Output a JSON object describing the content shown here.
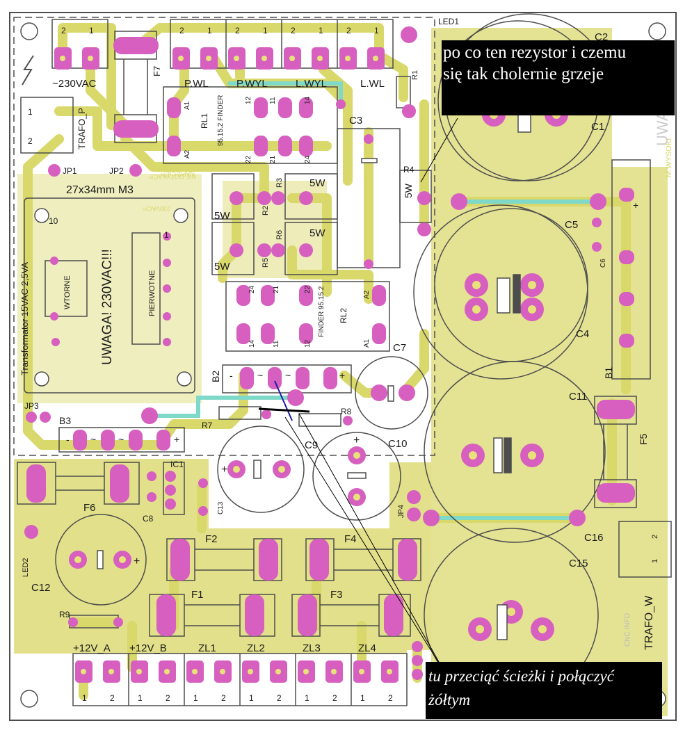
{
  "colors": {
    "board_bg": "#ffffff",
    "trace": "#d9d86a",
    "copper_fill": "#e2e08a",
    "pad": "#d65fbf",
    "pad_hole": "#e8e27a",
    "silkscreen": "#4d4d4d",
    "jumper_wire": "#7fd9c8",
    "marker_line_blue": "#1a1aa6",
    "marker_line_black": "#000000",
    "callout_bg": "#000000",
    "callout_text": "#ffffff"
  },
  "connectors_top": {
    "ac_input_label": "~230VAC",
    "pwl": "P.WL",
    "pwyl": "P.WYL",
    "lwyl": "L.WYL",
    "lwl": "L.WL",
    "pin1": "1",
    "pin2": "2"
  },
  "labels": {
    "f7": "F7",
    "led1": "LED1",
    "led2": "LED2",
    "trafo_p": "TRAFO_P",
    "trafo_w": "TRAFO_W",
    "jp1": "JP1",
    "jp2": "JP2",
    "jp3": "JP3",
    "jp4": "JP4",
    "size": "27x34mm  M3",
    "rl1": "RL1",
    "rl1_model": "95.15.2 FINDER",
    "rl2": "RL2",
    "rl2_model": "FINDER 95.15.2",
    "a1": "A1",
    "a2": "A2",
    "p12": "12",
    "p11": "11",
    "p14": "14",
    "p21": "21",
    "p22": "22",
    "p24": "24",
    "c1": "C1",
    "c2": "C2",
    "c3": "C3",
    "c4": "C4",
    "c5": "C5",
    "c6": "C6",
    "c7": "C7",
    "c8": "C8",
    "c9": "C9",
    "c10": "C10",
    "c11": "C11",
    "c12": "C12",
    "c13": "C13",
    "c15": "C15",
    "c16": "C16",
    "r1": "R1",
    "r2": "R2",
    "r3": "R3",
    "r4": "R4",
    "r5": "R5",
    "r6": "R6",
    "r7": "R7",
    "r8": "R8",
    "r9": "R9",
    "w5": "5W",
    "b1": "B1",
    "b2": "B2",
    "b3": "B3",
    "ic1": "IC1",
    "f1": "F1",
    "f2": "F2",
    "f3": "F3",
    "f4": "F4",
    "f5": "F5",
    "f6": "F6",
    "transformer": "Transformator 15VAC 2,5VA",
    "wtorne": "WTORNE",
    "pierwotne": "PIERWOTNE",
    "warning": "UWAGA! 230VAC!!!",
    "warning_small_1": "NIE DOTYKAĆ!!!",
    "warning_small_2": "NAPIĘCIE!!!",
    "warning_small_3": "230VAC!!!",
    "pin10": "10",
    "pin1": "1",
    "high_voltage": "M.WYSOKI",
    "side_text": "UWAGA",
    "bottom_side_text": "CNC INFO",
    "plus": "+",
    "minus": "-",
    "tilde": "~"
  },
  "connectors_bottom": {
    "v12a": "+12V_A",
    "v12b": "+12V_B",
    "zl1": "ZL1",
    "zl2": "ZL2",
    "zl3": "ZL3",
    "zl4": "ZL4",
    "pin1": "1",
    "pin2": "2"
  },
  "callouts": {
    "resistor_question_line1": "po co ten rezystor i czemu",
    "resistor_question_line2": "się tak cholernie grzeje",
    "cut_tracks_line1": "tu przeciąć ścieżki i połączyć",
    "cut_tracks_line2": "żółtym"
  }
}
